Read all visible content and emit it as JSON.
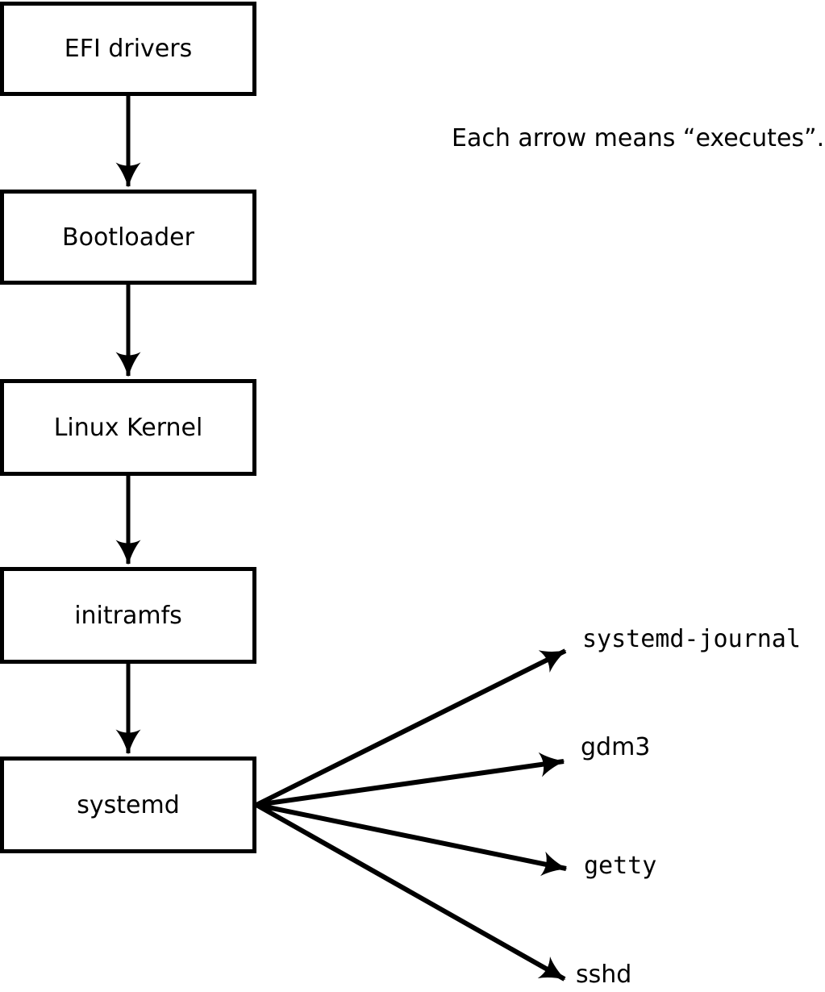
{
  "note": "Each arrow means “executes”.",
  "boot_chain": {
    "nodes": [
      {
        "label": "EFI drivers"
      },
      {
        "label": "Bootloader"
      },
      {
        "label": "Linux Kernel"
      },
      {
        "label": "initramfs"
      },
      {
        "label": "systemd"
      }
    ]
  },
  "systemd_children": [
    {
      "label": "systemd-journal"
    },
    {
      "label": "gdm3"
    },
    {
      "label": "getty"
    },
    {
      "label": "sshd"
    }
  ],
  "colors": {
    "line": "#000000",
    "text": "#000000",
    "box_fill": "#ffffff",
    "background": "#ffffff"
  }
}
